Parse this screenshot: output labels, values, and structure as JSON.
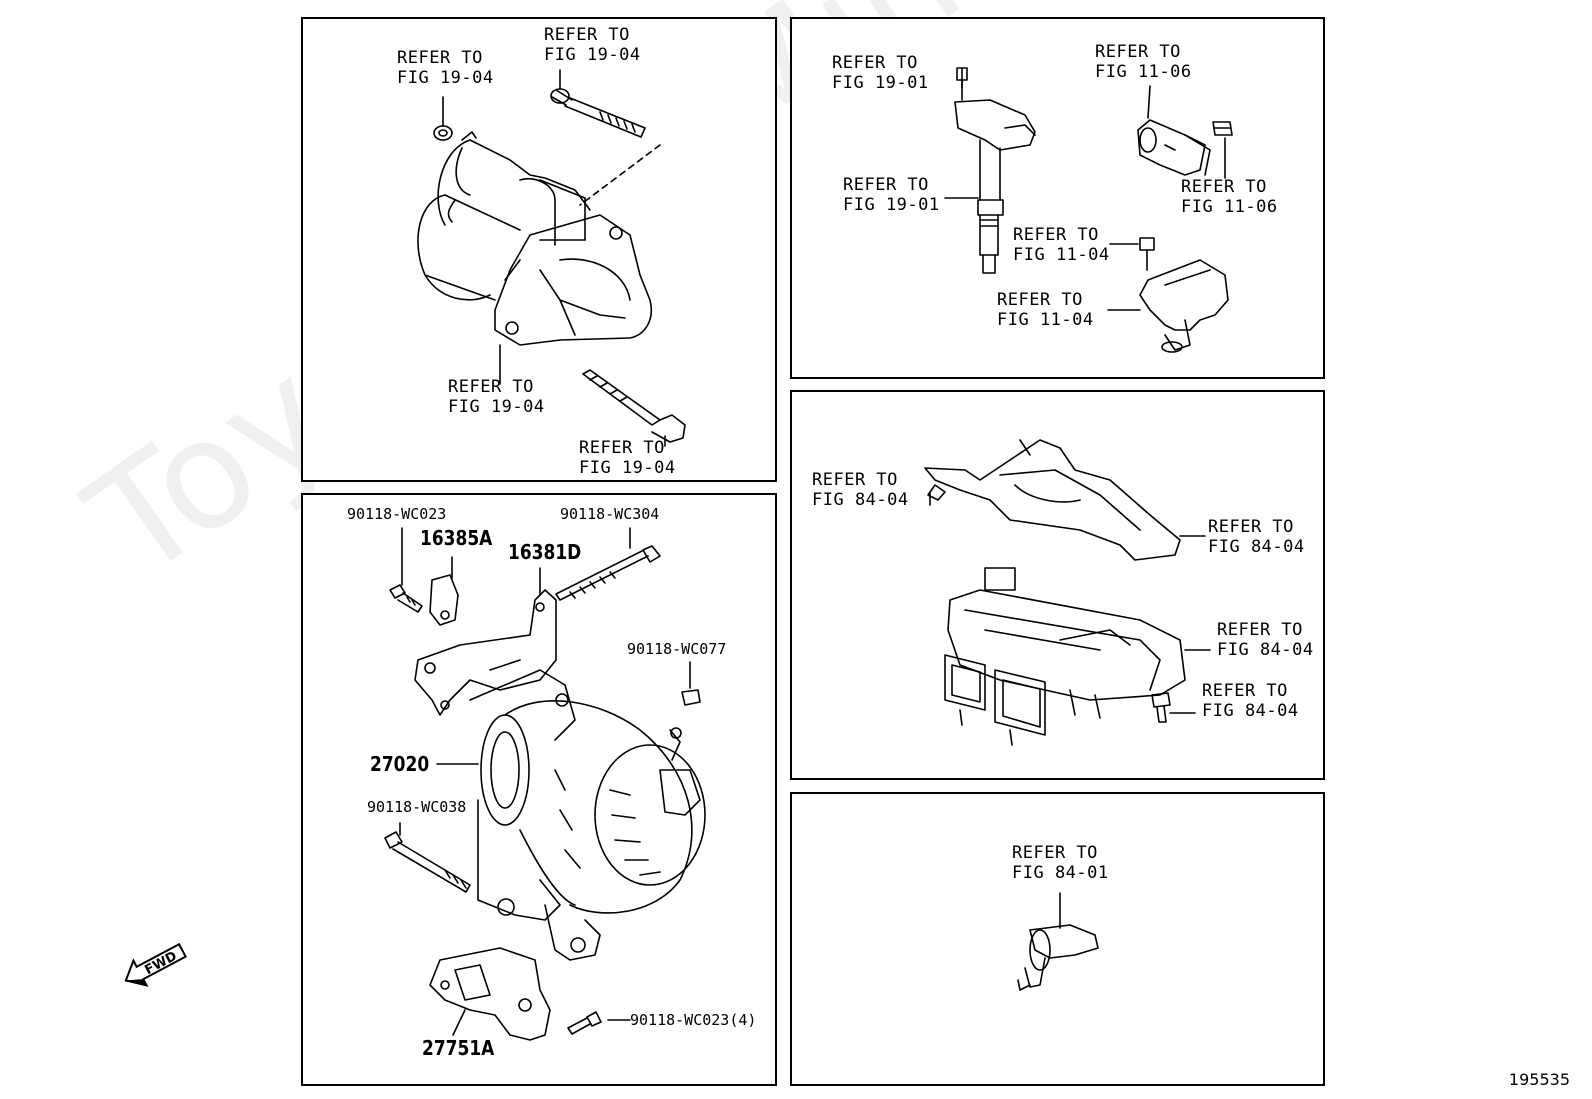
{
  "watermark": "ToyotaCarMine.ru",
  "figure_id": "195535",
  "fwd_label": "FWD",
  "panels": {
    "starter": {
      "labels": [
        {
          "line1": "REFER TO",
          "line2": "FIG 19-04"
        },
        {
          "line1": "REFER TO",
          "line2": "FIG 19-04"
        },
        {
          "line1": "REFER TO",
          "line2": "FIG 19-04"
        },
        {
          "line1": "REFER TO",
          "line2": "FIG 19-04"
        }
      ]
    },
    "sensors": {
      "labels": [
        {
          "line1": "REFER TO",
          "line2": "FIG 19-01"
        },
        {
          "line1": "REFER TO",
          "line2": "FIG 11-06"
        },
        {
          "line1": "REFER TO",
          "line2": "FIG 19-01"
        },
        {
          "line1": "REFER TO",
          "line2": "FIG 11-06"
        },
        {
          "line1": "REFER TO",
          "line2": "FIG 11-04"
        },
        {
          "line1": "REFER TO",
          "line2": "FIG 11-04"
        }
      ]
    },
    "alternator": {
      "parts": [
        "90118-WC023",
        "16385A",
        "16381D",
        "90118-WC304",
        "90118-WC077",
        "27020",
        "90118-WC038",
        "90118-WC023(4)",
        "27751A"
      ]
    },
    "ecu": {
      "labels": [
        {
          "line1": "REFER TO",
          "line2": "FIG 84-04"
        },
        {
          "line1": "REFER TO",
          "line2": "FIG 84-04"
        },
        {
          "line1": "REFER TO",
          "line2": "FIG 84-04"
        },
        {
          "line1": "REFER TO",
          "line2": "FIG 84-04"
        }
      ]
    },
    "switch": {
      "labels": [
        {
          "line1": "REFER TO",
          "line2": "FIG 84-01"
        }
      ]
    }
  }
}
